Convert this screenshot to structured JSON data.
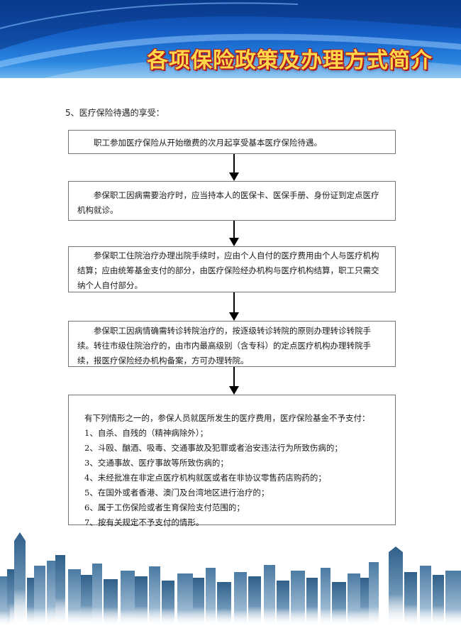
{
  "header": {
    "title": "各项保险政策及办理方式简介"
  },
  "section": {
    "title": "5、医疗保险待遇的享受："
  },
  "steps": [
    "职工参加医疗保险从开始缴费的次月起享受基本医疗保险待遇。",
    "参保职工因病需要治疗时，应当持本人的医保卡、医保手册、身份证到定点医疗机构就诊。",
    "参保职工住院治疗办理出院手续时，应由个人自付的医疗费用由个人与医疗机构结算；应由统筹基金支付的部分，由医疗保险经办机构与医疗机构结算，职工只需交纳个人自付部分。",
    "参保职工因病情确需转诊转院治疗的，按逐级转诊转院的原则办理转诊转院手续。转往市级住院治疗的，由市内最高级别（含专科）的定点医疗机构办理转院手续，报医疗保险经办机构备案，方可办理转院。"
  ],
  "exclusions": {
    "intro": "有下列情形之一的，参保人员就医所发生的医疗费用，医疗保险基金不予支付：",
    "items": [
      "1、自杀、自残的（精神病除外）；",
      "2、斗殴、酗酒、吸毒、交通事故及犯罪或者治安违法行为所致伤病的；",
      "3、交通事故、医疗事故等所致伤病的；",
      "4、未经批准在非定点医疗机构就医或者在非协议零售药店购药的；",
      "5、在国外或者香港、澳门及台湾地区进行治疗的；",
      "6、属于工伤保险或者生育保险支付范围的；",
      "7、按有关规定不予支付的情形。"
    ]
  }
}
